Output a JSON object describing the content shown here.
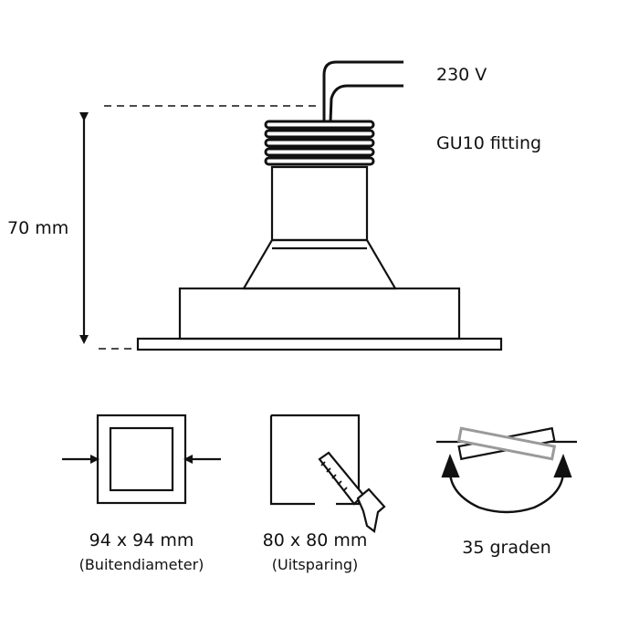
{
  "labels": {
    "voltage": "230 V",
    "fitting": "GU10 fitting",
    "height": "70 mm",
    "outer_size": "94 x 94 mm",
    "outer_caption": "(Buitendiameter)",
    "cutout_size": "80 x 80 mm",
    "cutout_caption": "(Uitsparing)",
    "tilt": "35 graden"
  },
  "colors": {
    "stroke": "#111111",
    "tilt_bar": "#9a9a9a"
  },
  "icons": {
    "outer": "square-measure-icon",
    "cutout": "saw-cutout-icon",
    "tilt": "tilt-rotation-icon"
  }
}
